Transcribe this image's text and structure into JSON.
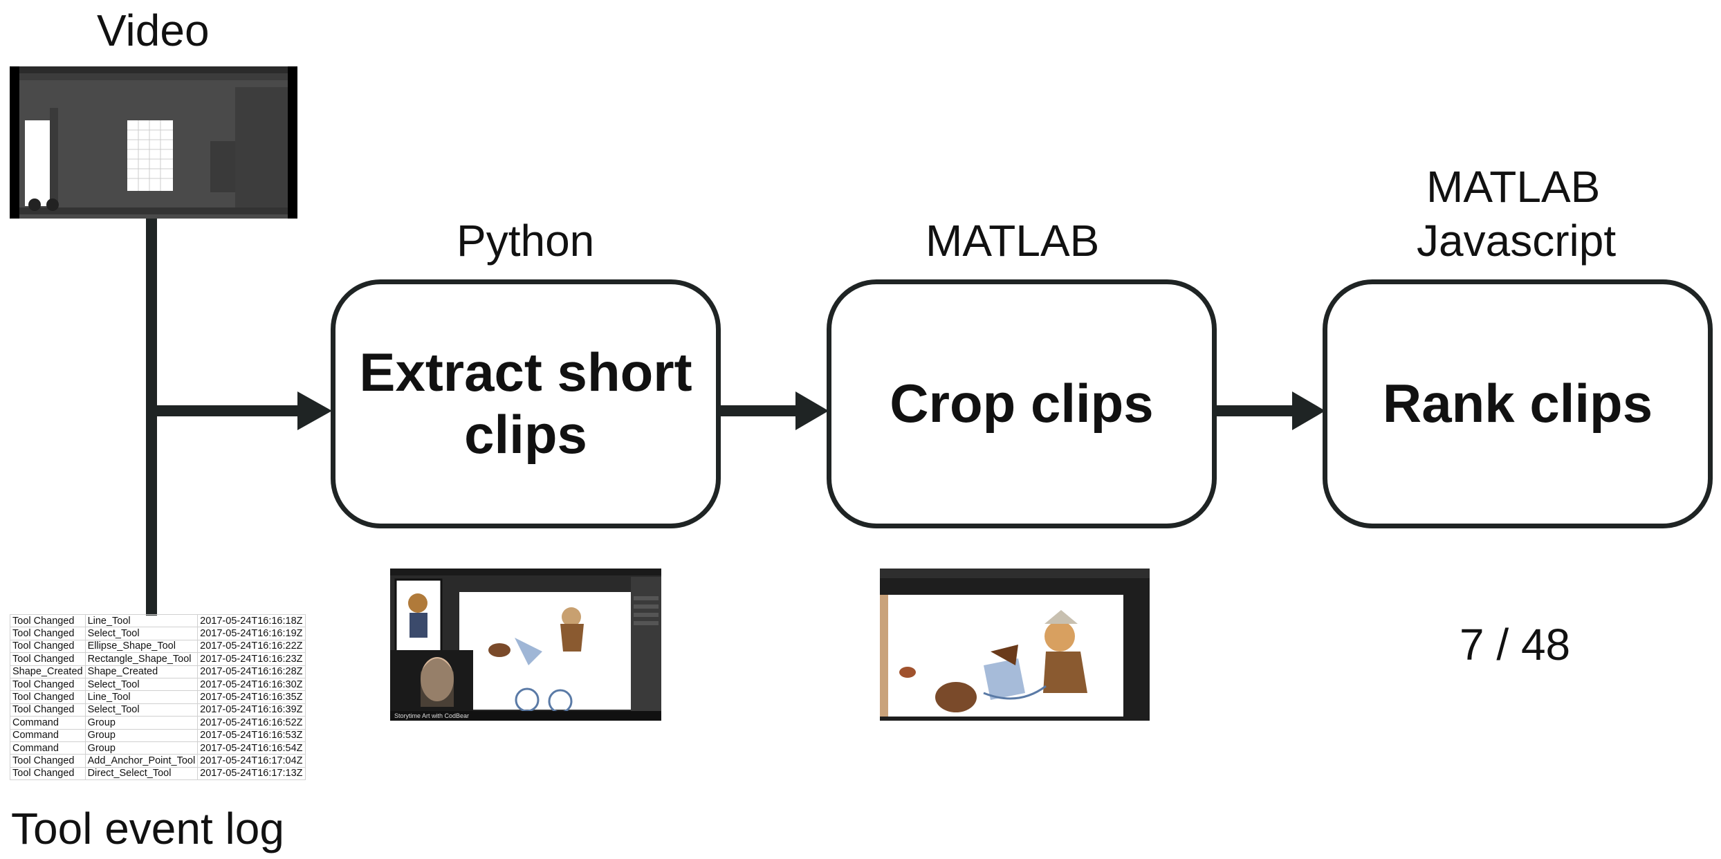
{
  "inputs": {
    "video_label": "Video",
    "log_label": "Tool event log"
  },
  "stages": [
    {
      "lang": "Python",
      "title_line1": "Extract short",
      "title_line2": "clips"
    },
    {
      "lang": "MATLAB",
      "title_line1": "Crop clips",
      "title_line2": ""
    },
    {
      "lang_line1": "MATLAB",
      "lang_line2": "Javascript",
      "title_line1": "Rank clips",
      "title_line2": ""
    }
  ],
  "page_counter": "7 / 48",
  "log_rows": [
    [
      "Tool Changed",
      "Line_Tool",
      "2017-05-24T16:16:18Z"
    ],
    [
      "Tool Changed",
      "Select_Tool",
      "2017-05-24T16:16:19Z"
    ],
    [
      "Tool Changed",
      "Ellipse_Shape_Tool",
      "2017-05-24T16:16:22Z"
    ],
    [
      "Tool Changed",
      "Rectangle_Shape_Tool",
      "2017-05-24T16:16:23Z"
    ],
    [
      "Shape_Created",
      "Shape_Created",
      "2017-05-24T16:16:28Z"
    ],
    [
      "Tool Changed",
      "Select_Tool",
      "2017-05-24T16:16:30Z"
    ],
    [
      "Tool Changed",
      "Line_Tool",
      "2017-05-24T16:16:35Z"
    ],
    [
      "Tool Changed",
      "Select_Tool",
      "2017-05-24T16:16:39Z"
    ],
    [
      "Command",
      "Group",
      "2017-05-24T16:16:52Z"
    ],
    [
      "Command",
      "Group",
      "2017-05-24T16:16:53Z"
    ],
    [
      "Command",
      "Group",
      "2017-05-24T16:16:54Z"
    ],
    [
      "Tool Changed",
      "Add_Anchor_Point_Tool",
      "2017-05-24T16:17:04Z"
    ],
    [
      "Tool Changed",
      "Direct_Select_Tool",
      "2017-05-24T16:17:13Z"
    ]
  ],
  "thumbnail_caption": "Storytime Art with CodBear",
  "colors": {
    "line": "#1f2424",
    "app_bg": "#4a4a4a",
    "dark": "#1e1e1e"
  }
}
